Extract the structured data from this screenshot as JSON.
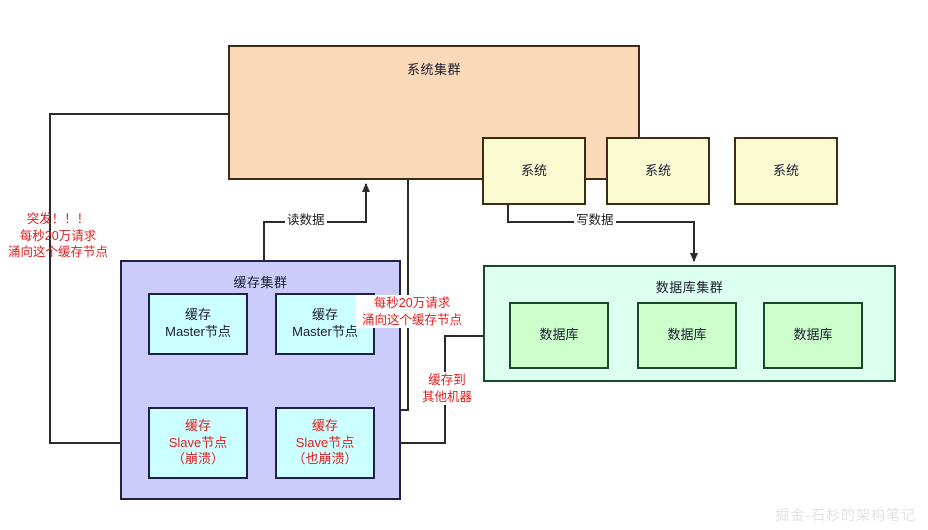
{
  "diagram": {
    "title_watermark": "掘金-石杉的架构笔记",
    "colors": {
      "system_cluster_bg": "#fad9b8",
      "system_node_bg": "#fbfbd2",
      "cache_cluster_bg": "#ccccfa",
      "cache_node_bg": "#ccffff",
      "db_cluster_bg": "#ddfff0",
      "db_node_bg": "#ccffcc",
      "alert_text": "#e02020",
      "wire": "#2b2b2b"
    }
  },
  "system_cluster": {
    "title": "系统集群",
    "nodes": [
      {
        "label": "系统"
      },
      {
        "label": "系统"
      },
      {
        "label": "系统"
      }
    ]
  },
  "cache_cluster": {
    "title": "缓存集群",
    "masters": [
      {
        "line1": "缓存",
        "line2": "Master节点"
      },
      {
        "line1": "缓存",
        "line2": "Master节点"
      }
    ],
    "slaves": [
      {
        "line1": "缓存",
        "line2": "Slave节点",
        "line3": "（崩溃）"
      },
      {
        "line1": "缓存",
        "line2": "Slave节点",
        "line3": "（也崩溃）"
      }
    ]
  },
  "db_cluster": {
    "title": "数据库集群",
    "nodes": [
      {
        "label": "数据库"
      },
      {
        "label": "数据库"
      },
      {
        "label": "数据库"
      }
    ]
  },
  "annotations": {
    "burst": "突发！！！\n每秒20万请求\n涌向这个缓存节点",
    "surge": "每秒20万请求\n涌向这个缓存节点",
    "replicate": "缓存到\n其他机器",
    "read_data": "读数据",
    "write_data": "写数据"
  }
}
